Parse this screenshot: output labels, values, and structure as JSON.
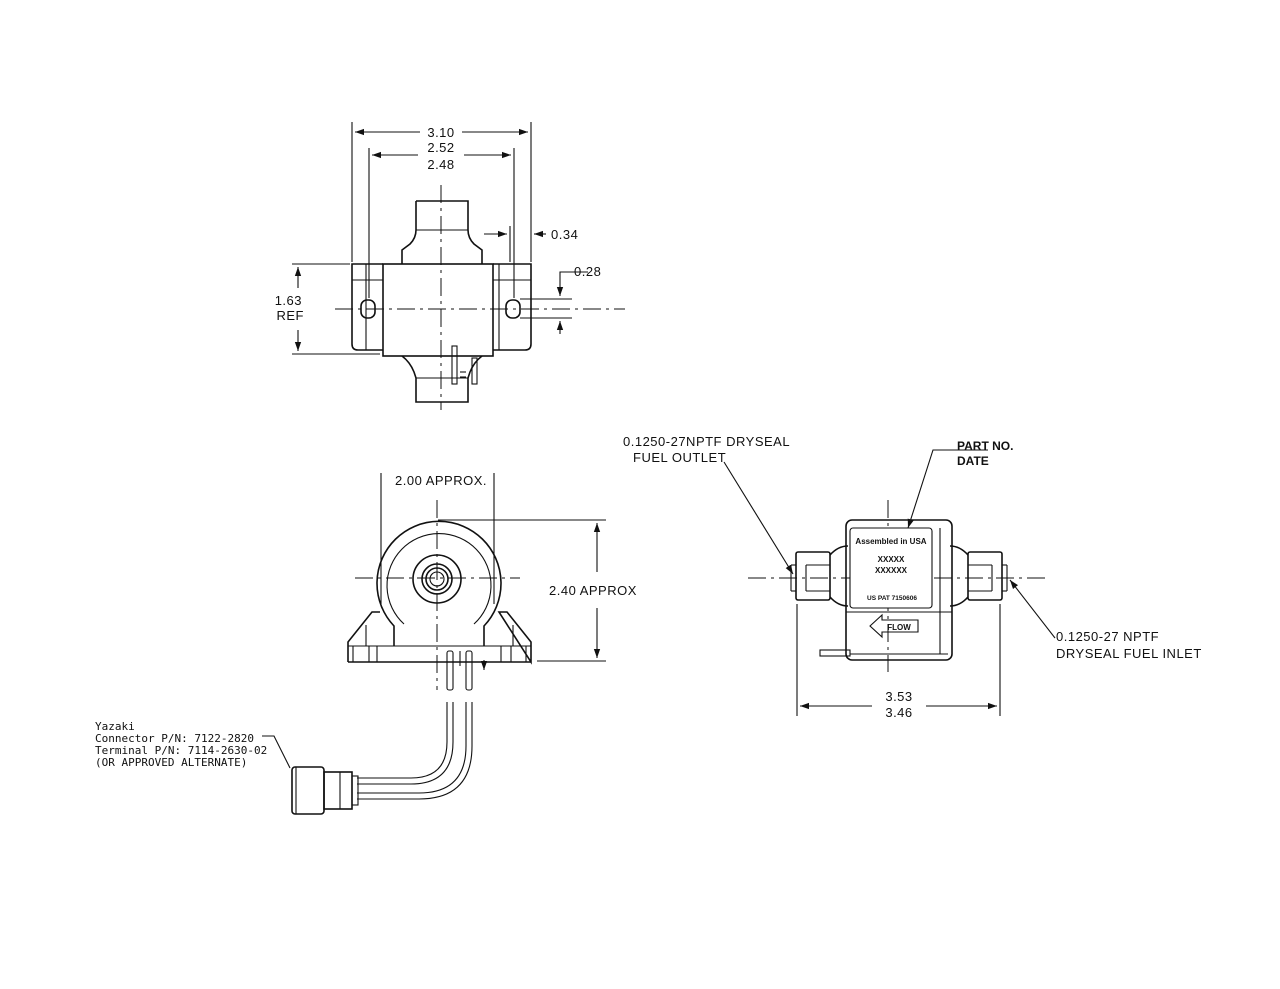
{
  "top_view": {
    "dim_overall_width": "3.10",
    "dim_mount_max": "2.52",
    "dim_mount_min": "2.48",
    "dim_flange": "0.34",
    "dim_slot": "0.28",
    "dim_height": "1.63",
    "dim_height_ref": "REF"
  },
  "front_view": {
    "dim_width": "2.00 APPROX.",
    "dim_height": "2.40 APPROX",
    "connector_note": [
      "Yazaki",
      "Connector P/N: 7122-2820",
      "Terminal P/N: 7114-2630-02",
      "(OR APPROVED ALTERNATE)"
    ]
  },
  "side_view": {
    "outlet_note": [
      "0.1250-27NPTF DRYSEAL",
      "FUEL OUTLET"
    ],
    "inlet_note": [
      "0.1250-27 NPTF",
      "DRYSEAL FUEL INLET"
    ],
    "part_label": [
      "PART NO.",
      "DATE"
    ],
    "label_assembled": "Assembled in USA",
    "label_part": "XXXXX",
    "label_date": "XXXXXX",
    "label_patent": "US PAT 7150606",
    "flow_label": "FLOW",
    "dim_length_max": "3.53",
    "dim_length_min": "3.46"
  }
}
